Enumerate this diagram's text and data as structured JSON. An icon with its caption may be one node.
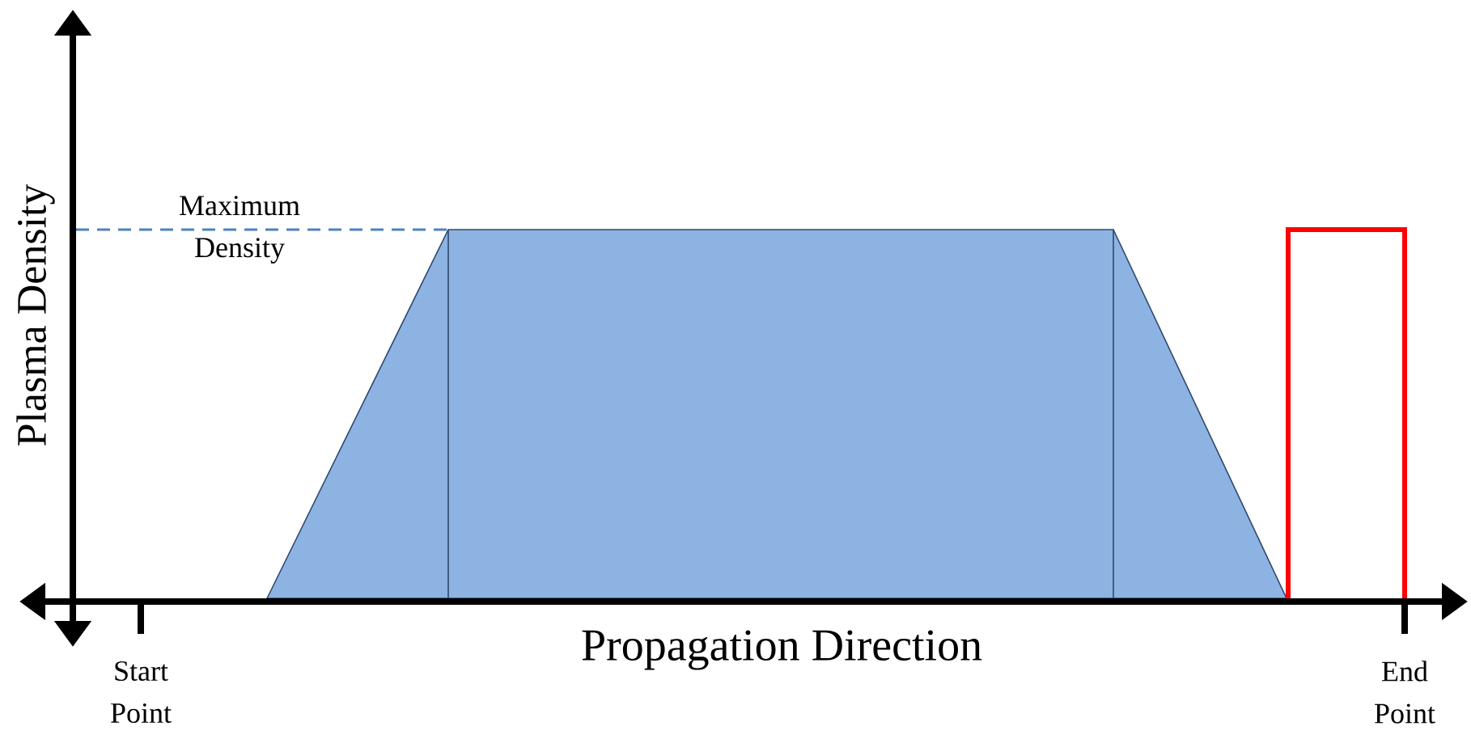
{
  "diagram": {
    "labels": [
      "Plasma Density",
      "Maximum Density",
      "Propagation Direction",
      "Start Point",
      "End Point"
    ]
  }
}
